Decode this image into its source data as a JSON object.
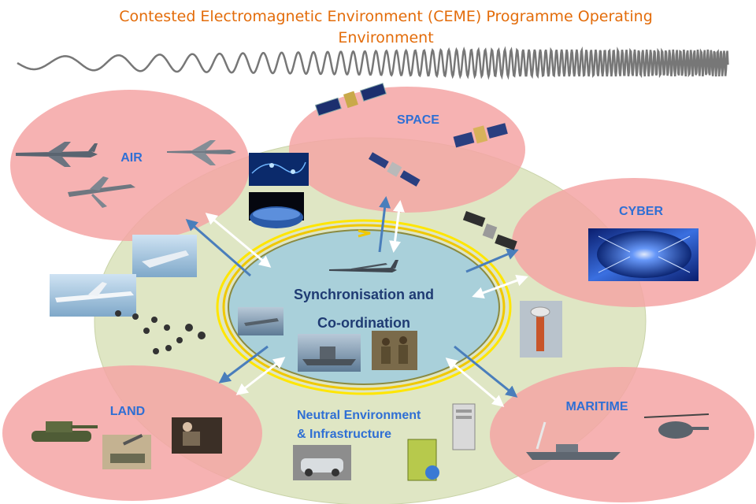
{
  "title": {
    "line1": "Contested Electromagnetic Environment (CEME) Programme Operating",
    "line2": "Environment"
  },
  "core": {
    "line1": "Synchronisation and",
    "line2": "Co-ordination"
  },
  "domains": {
    "air": "AIR",
    "space": "SPACE",
    "cyber": "CYBER",
    "land": "LAND",
    "maritime": "MARITIME"
  },
  "neutral": {
    "line1": "Neutral Environment",
    "line2": "& Infrastructure"
  },
  "colors": {
    "title": "#e36c0a",
    "domain_label": "#2f6fd4",
    "core_label": "#1f3b73",
    "domain_fill": "#f4a5a5",
    "environment_fill": "#dfe6c4",
    "core_fill": "#a9d0da",
    "ring": "#ffd700",
    "arrow_blue": "#4a7ebb"
  },
  "icons": [
    "wave-icon",
    "aircraft-icon",
    "fighter-jet-icon",
    "satellite-icon",
    "cyber-tunnel-icon",
    "tank-icon",
    "warship-icon",
    "helicopter-icon",
    "drone-icon",
    "server-icon",
    "car-icon",
    "radar-icon"
  ]
}
